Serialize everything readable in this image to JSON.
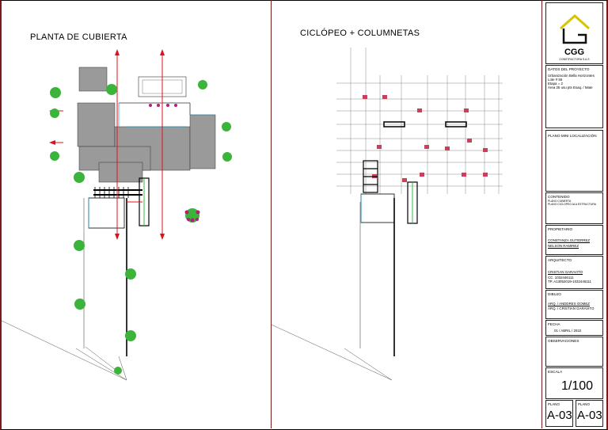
{
  "panels": {
    "left_title": "PLANTA DE CUBIERTA",
    "right_title": "CICLÓPEO + COLUMNETAS"
  },
  "title_block": {
    "logo_text": "CGG",
    "logo_subtext": "CONSTRUCTORA S.A.S",
    "datos": {
      "label": "DATOS DEL PROYECTO",
      "lines": [
        "Urbanización Bella Horizontes",
        "Lote # 55",
        "Etapa = 2",
        "Área 25 usu pts Esaq. / Mate"
      ]
    },
    "localizacion": {
      "label": "PLANO MINI LOCALIZACIÓN"
    },
    "contenido": {
      "label": "CONTENIDO",
      "lines": [
        "PLANO CUBIERTA",
        "PLANO CICLOPEO ALA ESTRUCTURA"
      ]
    },
    "propietario": {
      "label": "PROPIETARIO",
      "lines": [
        "CONSTANZA GUTIERREZ",
        "NELSON RAMIREZ"
      ]
    },
    "arquitecto": {
      "label": "ARQUITECTO",
      "lines": [
        "CRISTIAN GARAVITO",
        "CC. 1032446111",
        "TP. A13052019-1032446111"
      ]
    },
    "dibujo": {
      "label": "DIBUJO",
      "lines": [
        "ARQ. / ANDDRES GOMEZ",
        "ARQ. / CRISTIAN GARAVITO"
      ]
    },
    "fecha": {
      "label": "FECHA",
      "value": "01 / ABRIL / 2022"
    },
    "observaciones": {
      "label": "OBSERVACIONES"
    },
    "escala": {
      "label": "ESCALA",
      "value": "1/100"
    },
    "plano_left": {
      "label": "PLANO",
      "value": "A-03"
    },
    "plano_right": {
      "label": "PLANO",
      "value": "A-03"
    }
  },
  "colors": {
    "border": "#7a1a1a",
    "axis_red": "#e0101a",
    "roof_gray": "#9a9a9a",
    "tree_green": "#3cb43c",
    "logo_yellow": "#d6c400"
  }
}
